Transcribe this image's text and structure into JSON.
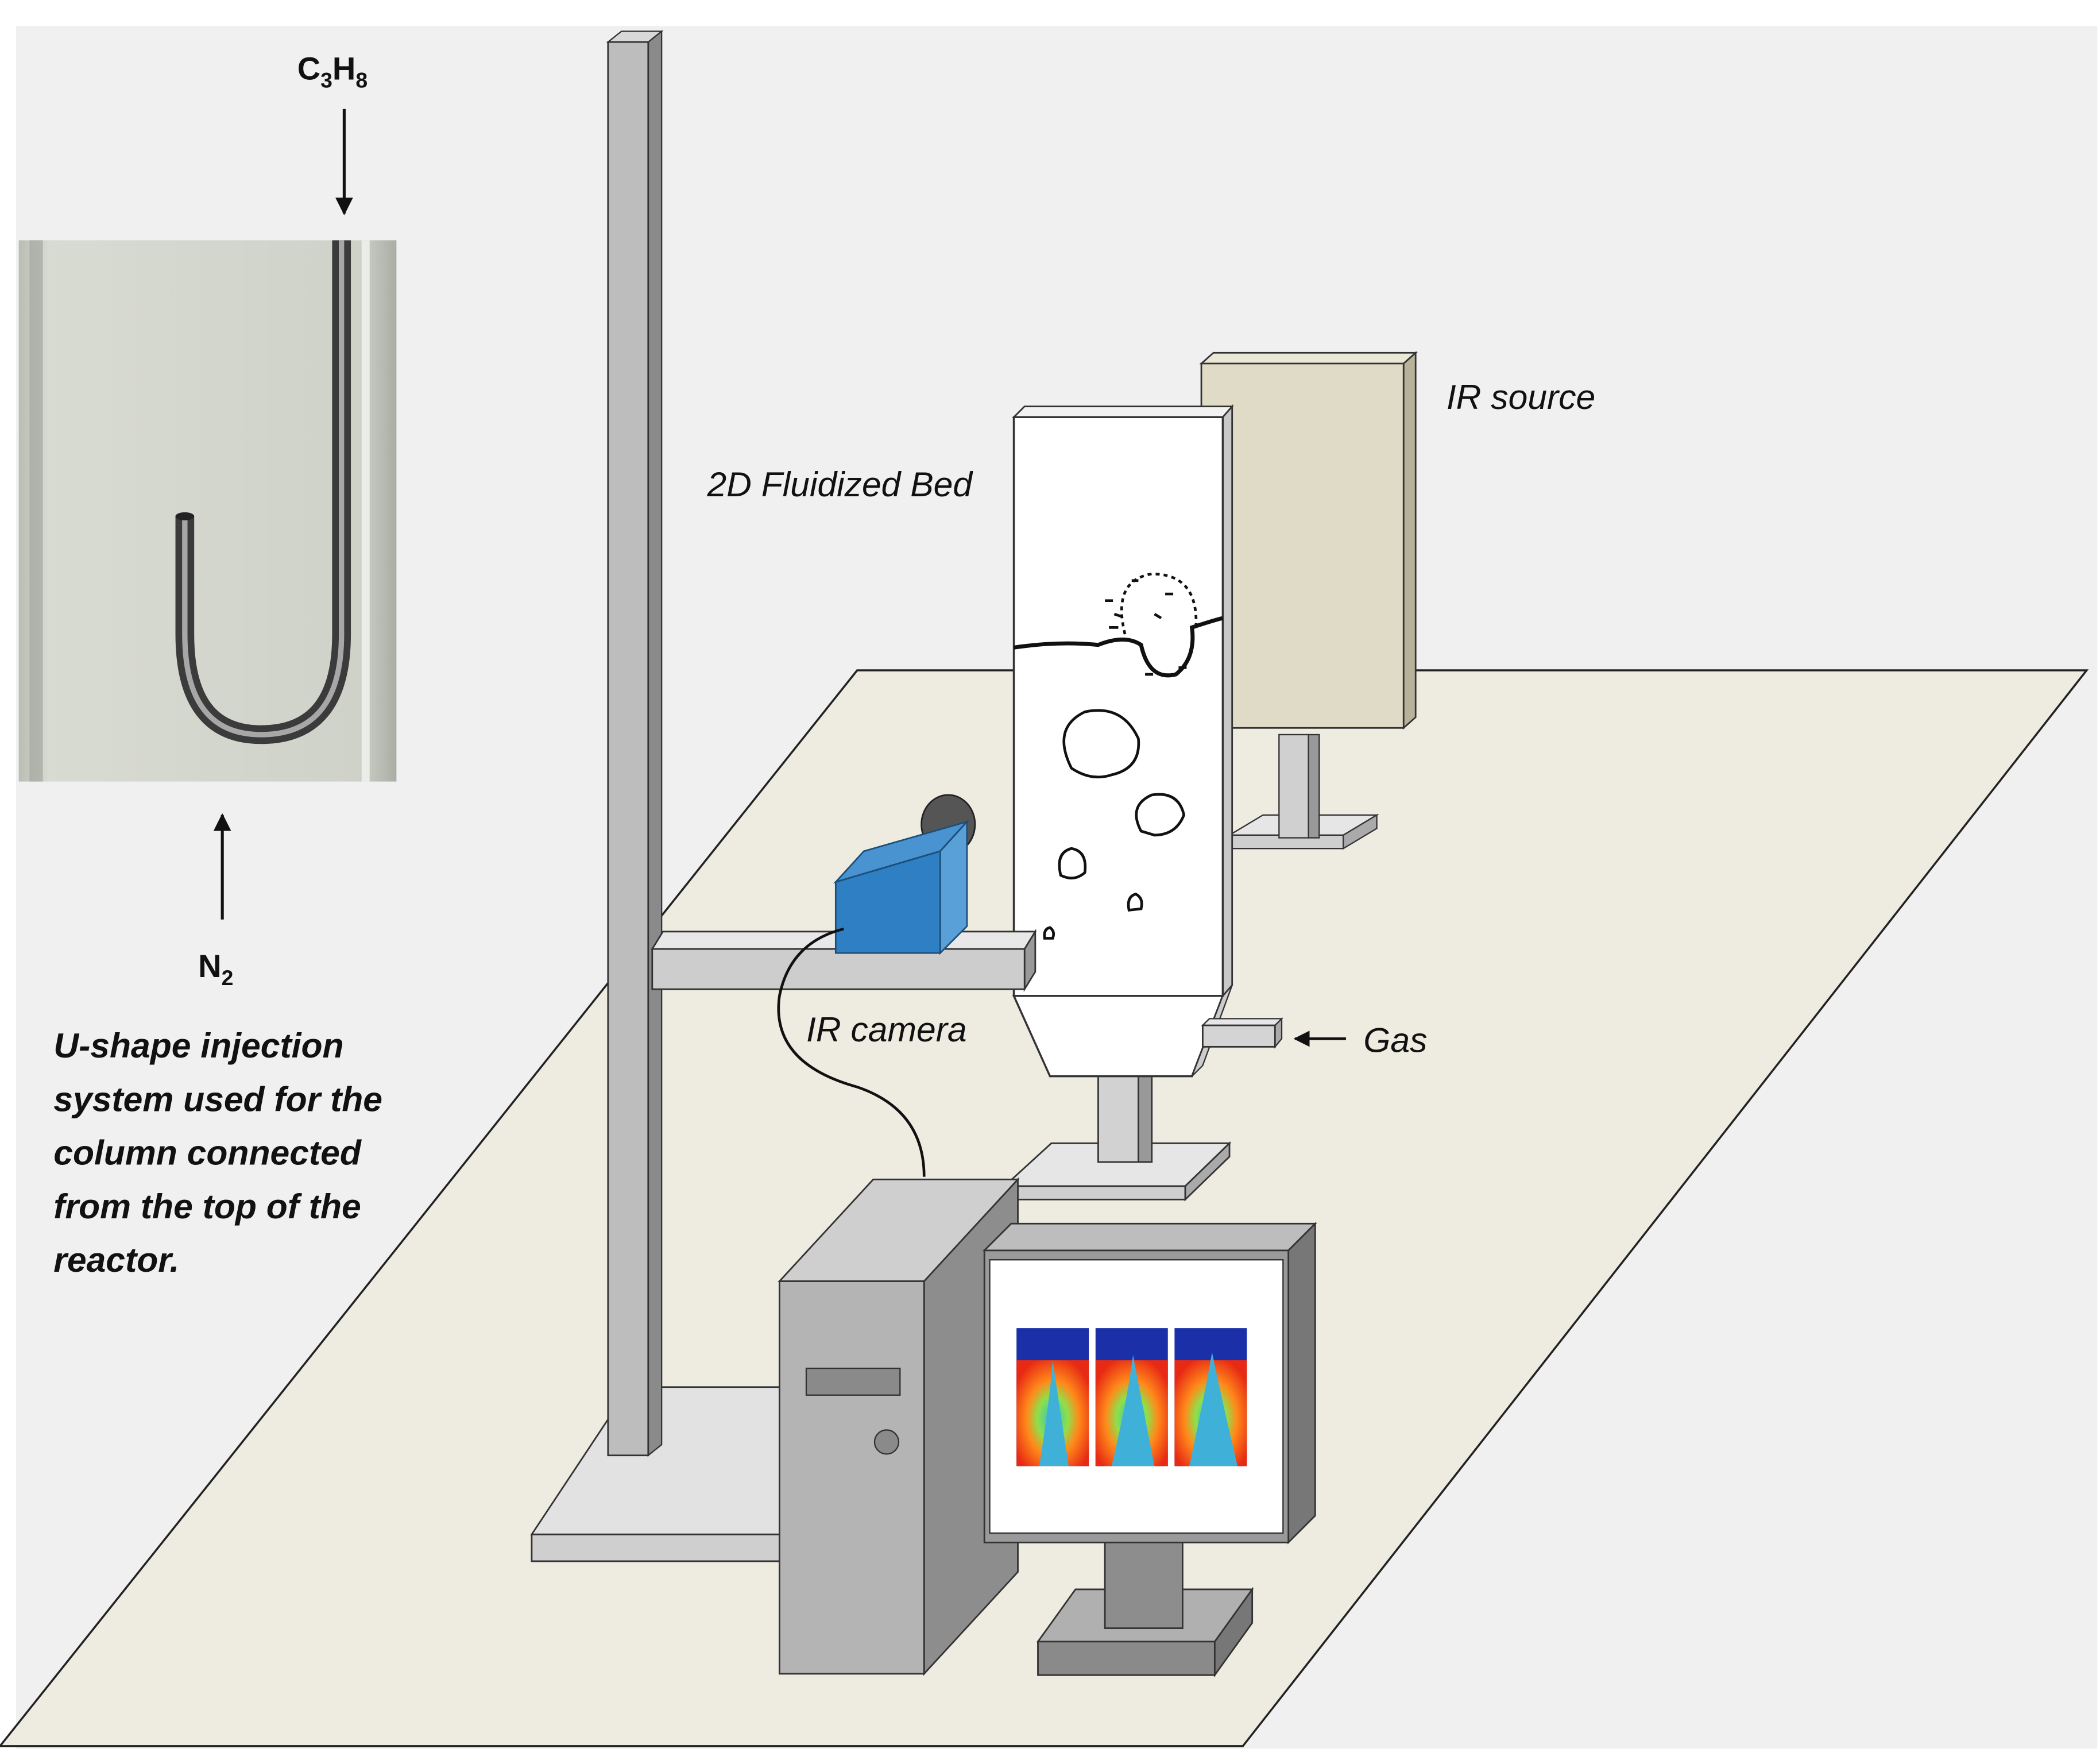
{
  "labels": {
    "c3h8_main": "C",
    "c3h8_sub1": "3",
    "c3h8_h": "H",
    "c3h8_sub2": "8",
    "n2_main": "N",
    "n2_sub": "2",
    "fluidized_bed": "2D Fluidized Bed",
    "ir_source": "IR source",
    "ir_camera": "IR camera",
    "gas": "Gas"
  },
  "caption_lines": [
    "U-shape injection",
    "system used for the",
    "column connected",
    "from the  top of the",
    "reactor."
  ],
  "colors": {
    "background": "#f0f0f0",
    "floor": "#eeebe1",
    "ir_source": "#e0dbc6",
    "camera": "#2f7fc4",
    "metal": "#c8c8c8",
    "computer": "#b4b4b4"
  },
  "icons": [
    "u-tube-photo",
    "stand-pole",
    "ir-camera-icon",
    "ir-source-panel",
    "fluidized-bed-column",
    "computer-tower-icon",
    "monitor-icon",
    "thermal-image-icon"
  ]
}
